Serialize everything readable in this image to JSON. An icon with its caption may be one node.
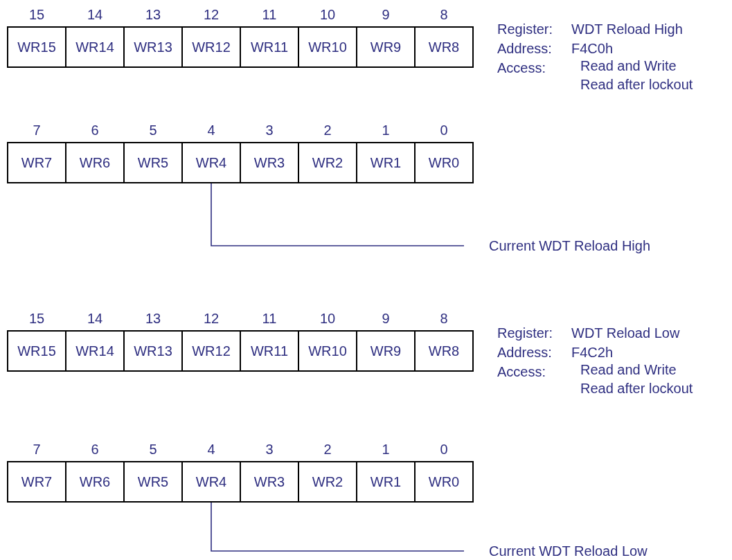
{
  "diagram": {
    "nodes": [
      {
        "text": [
          "WR15"
        ],
        "beside": [
          "15"
        ]
      },
      {
        "text": [
          "WR14"
        ],
        "beside": [
          "14"
        ]
      },
      {
        "text": [
          "WR13"
        ],
        "beside": [
          "13"
        ]
      },
      {
        "text": [
          "WR12"
        ],
        "beside": [
          "12"
        ]
      },
      {
        "text": [
          "WR11"
        ],
        "beside": [
          "11"
        ]
      },
      {
        "text": [
          "WR10"
        ],
        "beside": [
          "10"
        ]
      },
      {
        "text": [
          "WR9"
        ],
        "beside": [
          "9"
        ]
      },
      {
        "text": [
          "WR8"
        ],
        "beside": [
          "8"
        ]
      },
      {
        "text": [
          "WR7"
        ],
        "beside": [
          "7"
        ]
      },
      {
        "text": [
          "WR6"
        ],
        "beside": [
          "6"
        ]
      },
      {
        "text": [
          "WR5"
        ],
        "beside": [
          "5"
        ]
      },
      {
        "text": [
          "WR4"
        ],
        "beside": [
          "4"
        ]
      },
      {
        "text": [
          "WR3"
        ],
        "beside": [
          "3"
        ]
      },
      {
        "text": [
          "WR2"
        ],
        "beside": [
          "2"
        ]
      },
      {
        "text": [
          "WR1"
        ],
        "beside": [
          "1"
        ]
      },
      {
        "text": [
          "WR0"
        ],
        "beside": [
          "0"
        ]
      },
      {
        "text": [
          "Current WDT Reload High"
        ]
      },
      {
        "text": [
          "WR15"
        ],
        "beside": [
          "15"
        ]
      },
      {
        "text": [
          "WR14"
        ],
        "beside": [
          "14"
        ]
      },
      {
        "text": [
          "WR13"
        ],
        "beside": [
          "13"
        ]
      },
      {
        "text": [
          "WR12"
        ],
        "beside": [
          "12"
        ]
      },
      {
        "text": [
          "WR11"
        ],
        "beside": [
          "11"
        ]
      },
      {
        "text": [
          "WR10"
        ],
        "beside": [
          "10"
        ]
      },
      {
        "text": [
          "WR9"
        ],
        "beside": [
          "9"
        ]
      },
      {
        "text": [
          "WR8"
        ],
        "beside": [
          "8"
        ]
      },
      {
        "text": [
          "WR7"
        ],
        "beside": [
          "7"
        ]
      },
      {
        "text": [
          "WR6"
        ],
        "beside": [
          "6"
        ]
      },
      {
        "text": [
          "WR5"
        ],
        "beside": [
          "5"
        ]
      },
      {
        "text": [
          "WR4"
        ],
        "beside": [
          "4"
        ]
      },
      {
        "text": [
          "WR3"
        ],
        "beside": [
          "3"
        ]
      },
      {
        "text": [
          "WR2"
        ],
        "beside": [
          "2"
        ]
      },
      {
        "text": [
          "WR1"
        ],
        "beside": [
          "1"
        ]
      },
      {
        "text": [
          "WR0"
        ],
        "beside": [
          "0"
        ]
      },
      {
        "text": [
          "Current WDT Reload Low"
        ]
      }
    ],
    "edges": [
      {
        "from": 16,
        "to": 11,
        "arrow": "none"
      },
      {
        "from": 33,
        "to": 28,
        "arrow": "none"
      }
    ],
    "labels": [
      "Register:",
      "WDT Reload High",
      "Address:",
      "F4C0h",
      "Access:",
      "Read and Write",
      "Read after lockout",
      "Register:",
      "WDT Reload Low",
      "Address:",
      "F4C2h",
      "Access:",
      "Read and Write",
      "Read after lockout"
    ]
  }
}
